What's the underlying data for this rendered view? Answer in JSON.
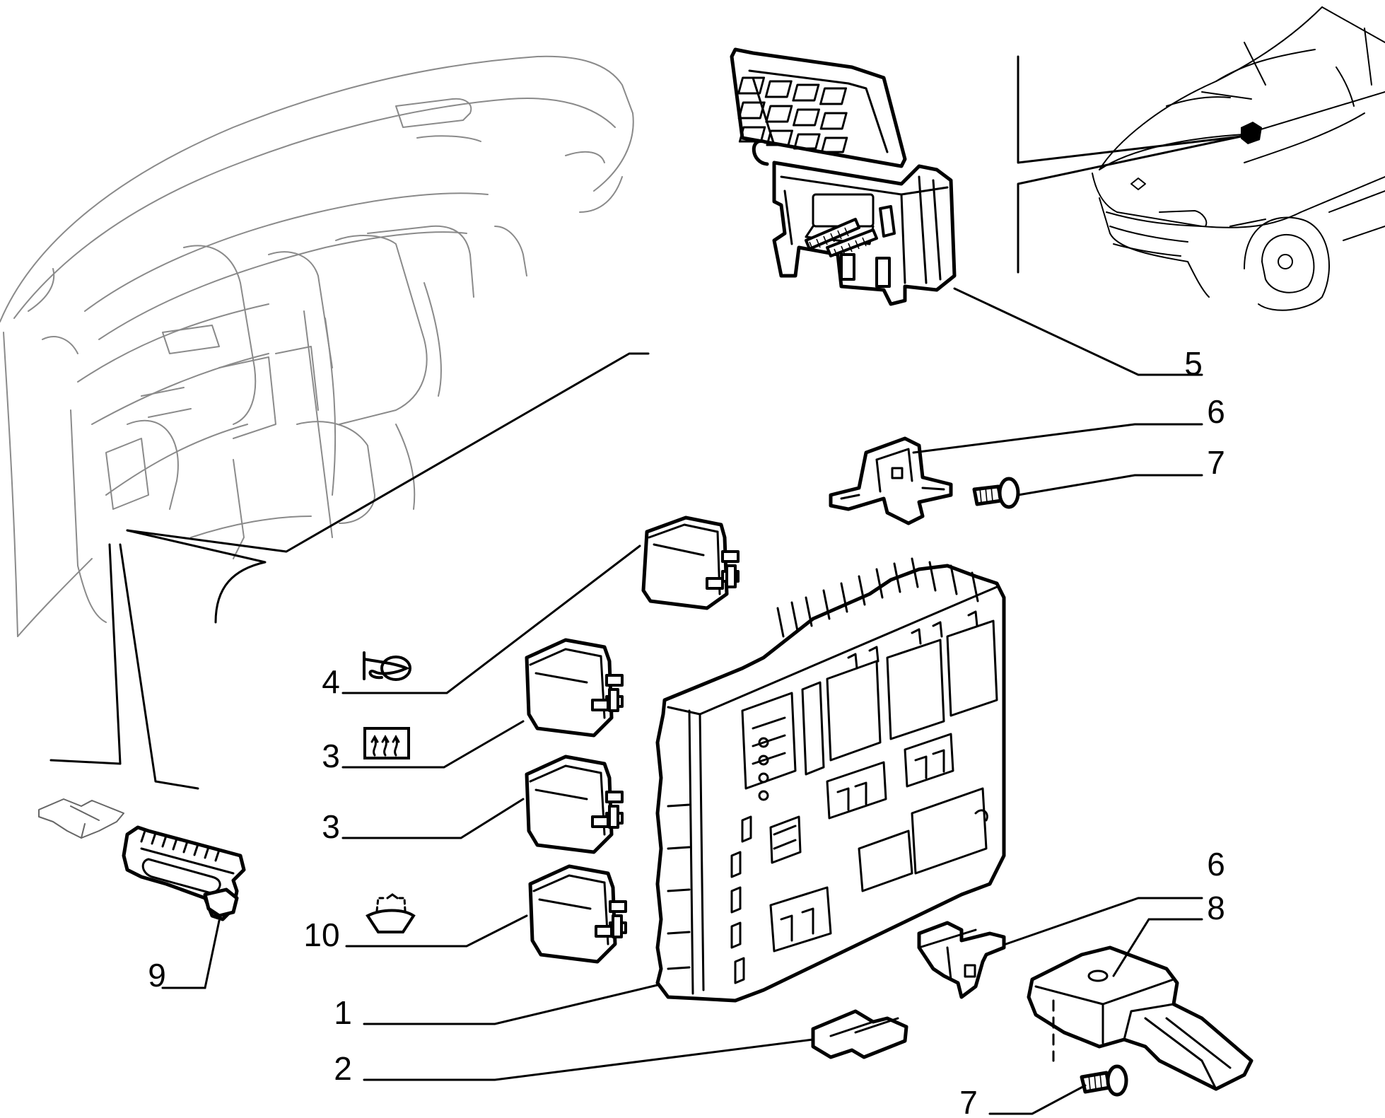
{
  "callouts": {
    "c1": "1",
    "c2": "2",
    "c3a": "3",
    "c3b": "3",
    "c4": "4",
    "c5": "5",
    "c6a": "6",
    "c6b": "6",
    "c7a": "7",
    "c7b": "7",
    "c8": "8",
    "c9": "9",
    "c10": "10"
  },
  "icons": {
    "horn": "horn-icon",
    "rear_defrost": "rear-window-defrost-icon",
    "washer": "windscreen-washer-icon"
  },
  "colors": {
    "line": "#000000",
    "sketch": "#8a8a8a",
    "background": "#ffffff"
  }
}
